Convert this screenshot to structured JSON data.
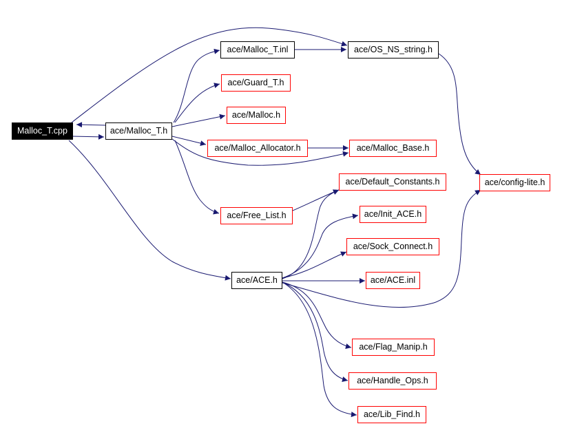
{
  "graph": {
    "colors": {
      "edge": "#191970",
      "external_border": "#ff0000",
      "internal_border": "#000000",
      "root_fill": "#000000",
      "root_text": "#ffffff"
    },
    "nodes": {
      "root": "Malloc_T.cpp",
      "malloc_t_h": "ace/Malloc_T.h",
      "malloc_t_inl": "ace/Malloc_T.inl",
      "os_ns_string_h": "ace/OS_NS_string.h",
      "guard_t_h": "ace/Guard_T.h",
      "malloc_h": "ace/Malloc.h",
      "malloc_allocator_h": "ace/Malloc_Allocator.h",
      "malloc_base_h": "ace/Malloc_Base.h",
      "default_constants_h": "ace/Default_Constants.h",
      "config_lite_h": "ace/config-lite.h",
      "free_list_h": "ace/Free_List.h",
      "init_ace_h": "ace/Init_ACE.h",
      "sock_connect_h": "ace/Sock_Connect.h",
      "ace_h": "ace/ACE.h",
      "ace_inl": "ace/ACE.inl",
      "flag_manip_h": "ace/Flag_Manip.h",
      "handle_ops_h": "ace/Handle_Ops.h",
      "lib_find_h": "ace/Lib_Find.h"
    }
  }
}
